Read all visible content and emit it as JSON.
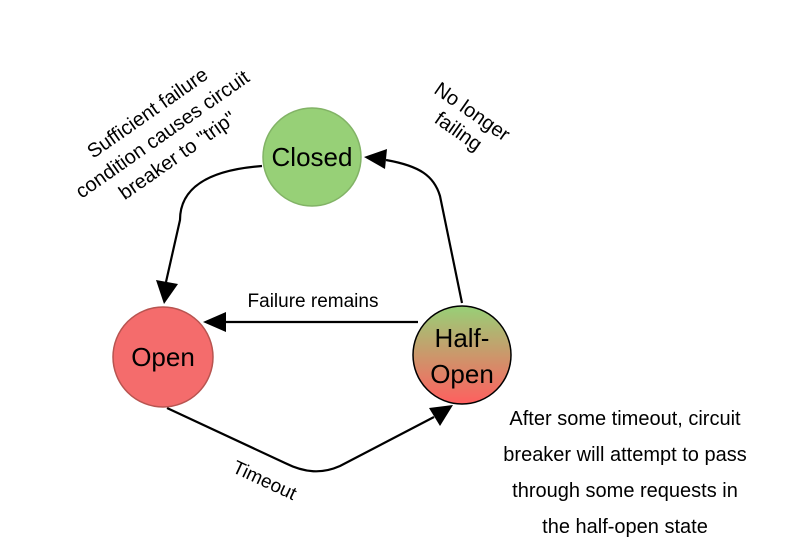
{
  "nodes": {
    "closed": {
      "label": "Closed",
      "fill": "#97d077",
      "stroke": "#82b366"
    },
    "open": {
      "label": "Open",
      "fill": "#f46c6c",
      "stroke": "#b85450"
    },
    "half_open": {
      "label_lines": [
        "Half-",
        "Open"
      ],
      "fill_top": "#97d077",
      "fill_bottom": "#ff5f5f",
      "stroke": "#000000"
    }
  },
  "edges": {
    "trip_note": [
      "Sufficient failure",
      "condition causes circuit",
      "breaker to \"trip\""
    ],
    "recovered_label": [
      "No longer",
      "failing"
    ],
    "failure_label": "Failure remains",
    "timeout_label": "Timeout"
  },
  "annotation": {
    "lines": [
      "After some timeout, circuit",
      "breaker will attempt to pass",
      "through some requests in",
      "the half-open state"
    ]
  }
}
